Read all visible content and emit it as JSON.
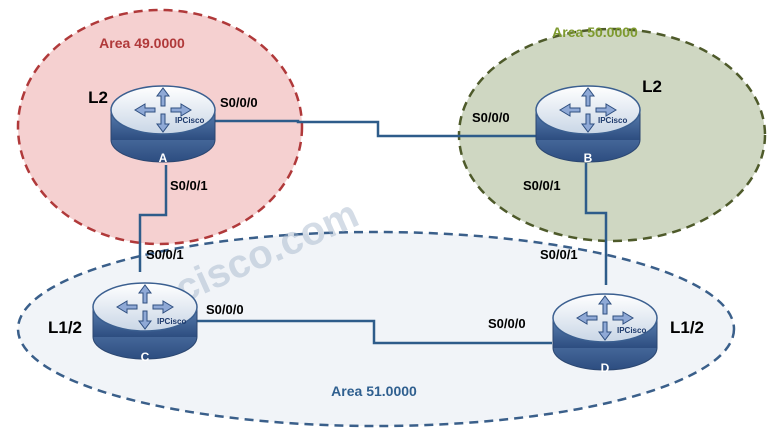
{
  "areas": {
    "a49": {
      "label": "Area 49.0000",
      "fill": "#f5d0d0",
      "stroke": "#b0393a",
      "text_color": "#b0393a"
    },
    "a50": {
      "label": "Area 50.0000",
      "fill": "#cfd7c2",
      "stroke": "#4e5a2a",
      "text_color": "#7e9a2f"
    },
    "a51": {
      "label": "Area 51.0000",
      "fill": "#f1f4f8",
      "stroke": "#3a5f8a",
      "text_color": "#2f5f8f"
    }
  },
  "routers": {
    "A": {
      "name": "A",
      "role": "L2",
      "brand": "IPCisco",
      "icon": "router-icon"
    },
    "B": {
      "name": "B",
      "role": "L2",
      "brand": "IPCisco",
      "icon": "router-icon"
    },
    "C": {
      "name": "C",
      "role": "L1/2",
      "brand": "IPCisco",
      "icon": "router-icon"
    },
    "D": {
      "name": "D",
      "role": "L1/2",
      "brand": "IPCisco",
      "icon": "router-icon"
    }
  },
  "interfaces": {
    "a_s000": "S0/0/0",
    "a_s001": "S0/0/1",
    "b_s000": "S0/0/0",
    "b_s001": "S0/0/1",
    "c_s001": "S0/0/1",
    "c_s000": "S0/0/0",
    "d_s001": "S0/0/1",
    "d_s000": "S0/0/0"
  },
  "link_color": "#2e5c8a",
  "watermark": "ipcisco.com"
}
